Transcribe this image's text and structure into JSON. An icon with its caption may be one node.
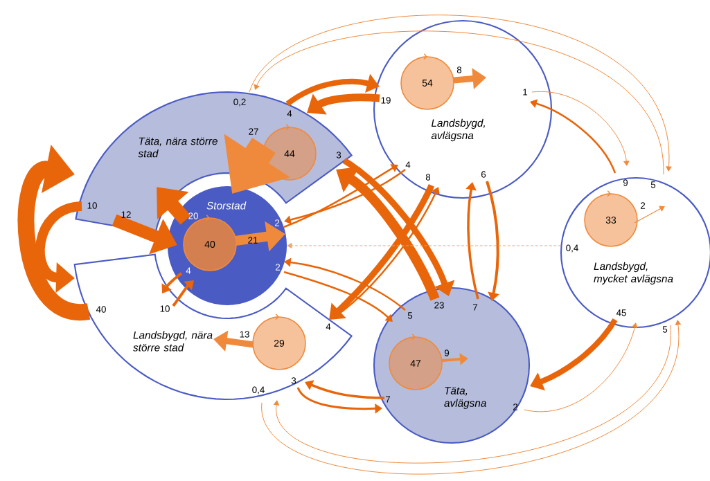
{
  "diagram": {
    "nodes": [
      {
        "text": [
          "Täta, nära större stad"
        ]
      },
      {
        "text": [
          "44"
        ],
        "in": 0
      },
      {
        "text": [
          "Landsbygd, avlägsna"
        ]
      },
      {
        "text": [
          "54"
        ],
        "in": 2
      },
      {
        "text": [
          "Storstad"
        ]
      },
      {
        "text": [
          "40"
        ],
        "in": 4
      },
      {
        "text": [
          "Landsbygd, mycket avlägsna"
        ]
      },
      {
        "text": [
          "33"
        ],
        "in": 6
      },
      {
        "text": [
          "Landsbygd, nära större stad"
        ]
      },
      {
        "text": [
          "29"
        ],
        "in": 8
      },
      {
        "text": [
          "Täta, avlägsna"
        ]
      },
      {
        "text": [
          "47"
        ],
        "in": 10
      }
    ],
    "edges": [
      {
        "from": 8,
        "to": 0,
        "arrow": "to",
        "label": "40",
        "style": "thick"
      },
      {
        "from": 0,
        "to": 8,
        "arrow": "to",
        "label": "10",
        "style": "thick"
      },
      {
        "from": 0,
        "to": 4,
        "arrow": "to",
        "label": "12",
        "style": "thick"
      },
      {
        "from": 4,
        "to": 0,
        "arrow": "to",
        "label": "20",
        "style": "thick"
      },
      {
        "from": 4,
        "to": 8,
        "arrow": "to",
        "label": "4"
      },
      {
        "from": 8,
        "to": 4,
        "arrow": "to",
        "label": "10"
      },
      {
        "from": 0,
        "to": 2,
        "arrow": "to",
        "label": "4",
        "style": "thick"
      },
      {
        "from": 2,
        "to": 0,
        "arrow": "to",
        "label": "19",
        "style": "thick"
      },
      {
        "from": 0,
        "to": 10,
        "arrow": "to",
        "label": "3",
        "style": "thick"
      },
      {
        "from": 10,
        "to": 0,
        "arrow": "to",
        "label": "23",
        "style": "thick"
      },
      {
        "from": 4,
        "to": 2,
        "arrow": "to",
        "label": "2"
      },
      {
        "from": 2,
        "to": 4,
        "arrow": "to",
        "label": "4"
      },
      {
        "from": 4,
        "to": 10,
        "arrow": "to",
        "label": "2"
      },
      {
        "from": 10,
        "to": 4,
        "arrow": "to",
        "label": "5"
      },
      {
        "from": 8,
        "to": 2,
        "arrow": "to",
        "label": "4"
      },
      {
        "from": 2,
        "to": 8,
        "arrow": "to",
        "label": "8",
        "style": "thick"
      },
      {
        "from": 2,
        "to": 10,
        "arrow": "to",
        "label": "6"
      },
      {
        "from": 10,
        "to": 2,
        "arrow": "to",
        "label": "7"
      },
      {
        "from": 8,
        "to": 10,
        "arrow": "to",
        "label": "3"
      },
      {
        "from": 10,
        "to": 8,
        "arrow": "to",
        "label": "7"
      },
      {
        "from": 2,
        "to": 6,
        "arrow": "to",
        "label": "1",
        "color": "#ef8a3c"
      },
      {
        "from": 6,
        "to": 2,
        "arrow": "to",
        "label": "9"
      },
      {
        "from": 0,
        "to": 6,
        "arrow": "to",
        "label": "0,2",
        "color": "#ef8a3c"
      },
      {
        "from": 6,
        "to": 0,
        "arrow": "to",
        "label": "5",
        "color": "#ef8a3c"
      },
      {
        "from": 6,
        "to": 4,
        "arrow": "to",
        "label": "0,4",
        "style": "dashed",
        "color": "#f4a46a"
      },
      {
        "from": 6,
        "to": 10,
        "arrow": "to",
        "label": "45",
        "style": "thick"
      },
      {
        "from": 10,
        "to": 6,
        "arrow": "to",
        "label": "2",
        "color": "#ef8a3c"
      },
      {
        "from": 6,
        "to": 8,
        "arrow": "to",
        "label": "5",
        "color": "#ef8a3c"
      },
      {
        "from": 8,
        "to": 6,
        "arrow": "to",
        "label": "0,4",
        "color": "#ef8a3c"
      },
      {
        "from": 5,
        "to": null,
        "arrow": "to",
        "label": "21",
        "style": "thick",
        "color": "#ef8a3c"
      },
      {
        "from": 1,
        "to": null,
        "arrow": "to",
        "label": "27",
        "style": "thick",
        "color": "#ef8a3c"
      },
      {
        "from": 9,
        "to": null,
        "arrow": "to",
        "label": "13",
        "style": "thick",
        "color": "#ef8a3c"
      },
      {
        "from": 3,
        "to": null,
        "arrow": "to",
        "label": "8",
        "style": "thick",
        "color": "#ef8a3c"
      },
      {
        "from": 7,
        "to": null,
        "arrow": "to",
        "label": "2",
        "color": "#ef8a3c"
      },
      {
        "from": 11,
        "to": null,
        "arrow": "to",
        "label": "9",
        "color": "#ef8a3c"
      }
    ]
  }
}
